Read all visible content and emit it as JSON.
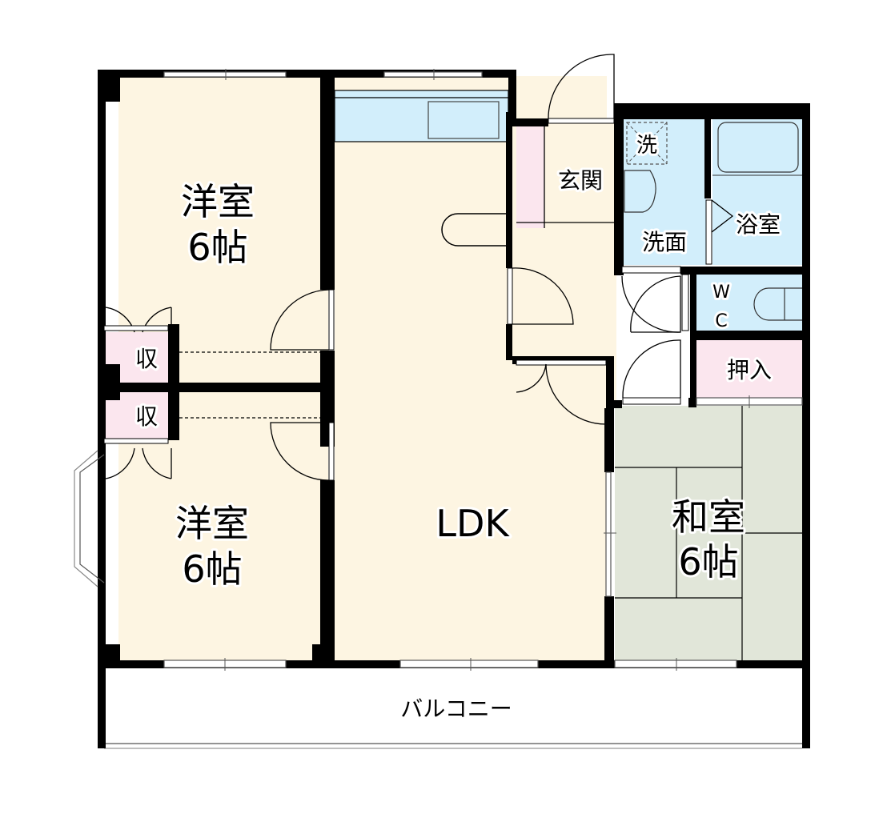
{
  "floorplan": {
    "colors": {
      "floor": "#fdf5e2",
      "wet": "#d2eefb",
      "storage": "#fbe6ee",
      "tatami": "#e1e6d9",
      "wall": "#000000",
      "balcony": "#ffffff"
    },
    "rooms": {
      "western_room_1": {
        "name": "洋室",
        "size": "6帖"
      },
      "western_room_2": {
        "name": "洋室",
        "size": "6帖"
      },
      "ldk": {
        "name": "LDK"
      },
      "japanese_room": {
        "name": "和室",
        "size": "6帖"
      },
      "entrance": {
        "name": "玄関"
      },
      "washroom": {
        "name": "洗面"
      },
      "washing_machine": {
        "name": "洗"
      },
      "bathroom": {
        "name": "浴室"
      },
      "toilet": {
        "name_line1": "W",
        "name_line2": "C"
      },
      "closet_oshiire": {
        "name": "押入"
      },
      "storage_1": {
        "name": "収"
      },
      "storage_2": {
        "name": "収"
      },
      "balcony": {
        "name": "バルコニー"
      }
    }
  }
}
